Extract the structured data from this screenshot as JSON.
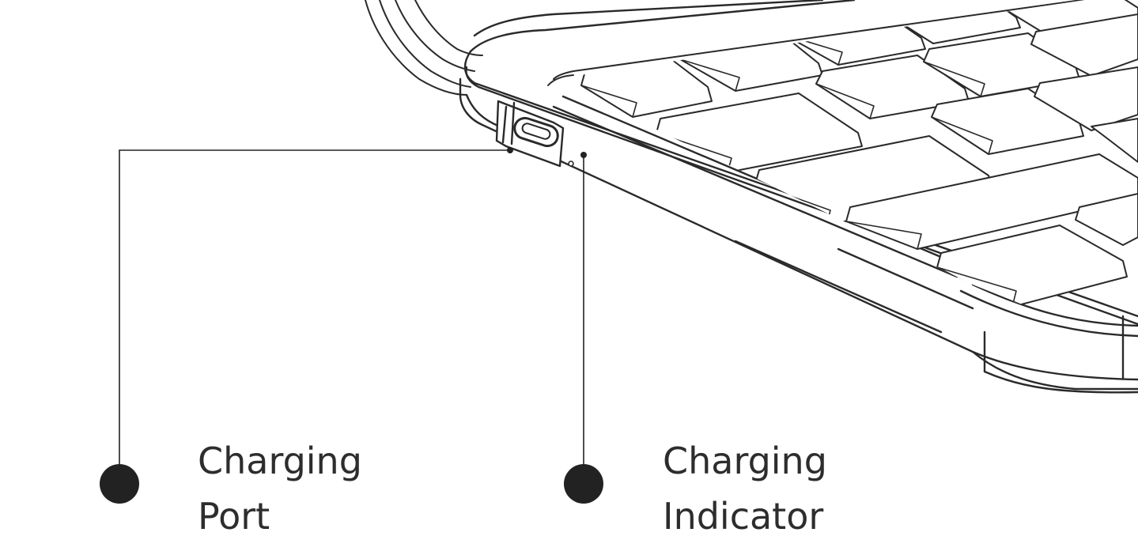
{
  "callouts": [
    {
      "id": "charging-port",
      "line1": "Charging",
      "line2": "Port"
    },
    {
      "id": "charging-indicator",
      "line1": "Charging",
      "line2": "Indicator"
    }
  ],
  "colors": {
    "ink": "#2a2a2a",
    "marker": "#222222",
    "text": "#2d2d2d",
    "key_face": "#ffffff",
    "key_shadow": "#dcdcdc"
  }
}
